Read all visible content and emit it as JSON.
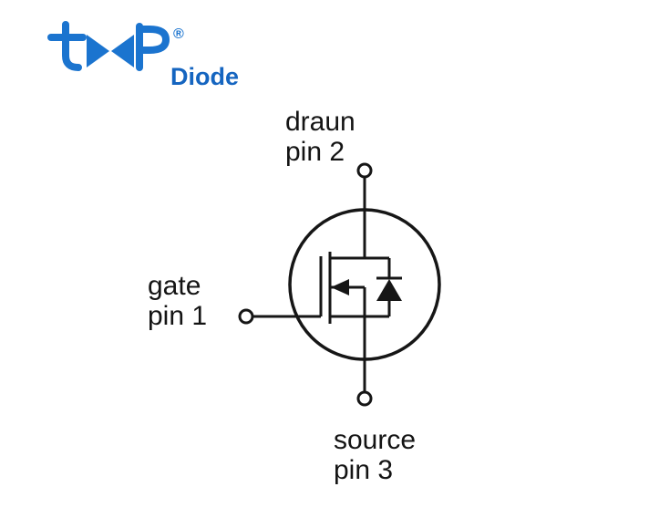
{
  "logo": {
    "brand": "Diode",
    "registered": "®",
    "color": "#1b74cf",
    "brand_color": "#1565c0"
  },
  "colors": {
    "line": "#161616",
    "background": "#ffffff"
  },
  "diagram": {
    "symbol": "n-channel-mosfet-with-body-diode",
    "pins": [
      {
        "name": "draun",
        "number": "pin 2"
      },
      {
        "name": "gate",
        "number": "pin 1"
      },
      {
        "name": "source",
        "number": "pin 3"
      }
    ]
  }
}
